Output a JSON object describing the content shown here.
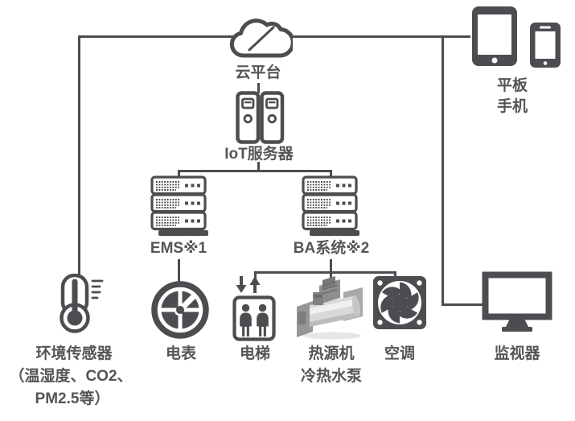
{
  "nodes": {
    "cloud": "云平台",
    "iot_server": "IoT服务器",
    "ems": "EMS※1",
    "ba_system": "BA系统※2",
    "tablet": "平板",
    "phone": "手机",
    "env_sensor_line1": "环境传感器",
    "env_sensor_line2": "（温湿度、CO2、",
    "env_sensor_line3": "PM2.5等）",
    "meter": "电表",
    "elevator": "电梯",
    "heat_source_line1": "热源机",
    "heat_source_line2": "冷热水泵",
    "air_conditioner": "空调",
    "monitor": "监视器"
  },
  "colors": {
    "icon": "#4d4d51",
    "text": "#555555",
    "background": "#ffffff"
  }
}
